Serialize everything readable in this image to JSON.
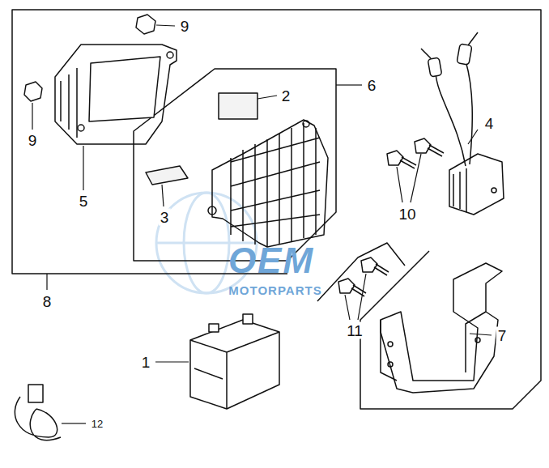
{
  "diagram": {
    "labels": [
      "9",
      "2",
      "6",
      "4",
      "9",
      "5",
      "3",
      "10",
      "8",
      "11",
      "7",
      "1",
      "12",
      "OEM",
      "MOTORPARTS"
    ]
  }
}
